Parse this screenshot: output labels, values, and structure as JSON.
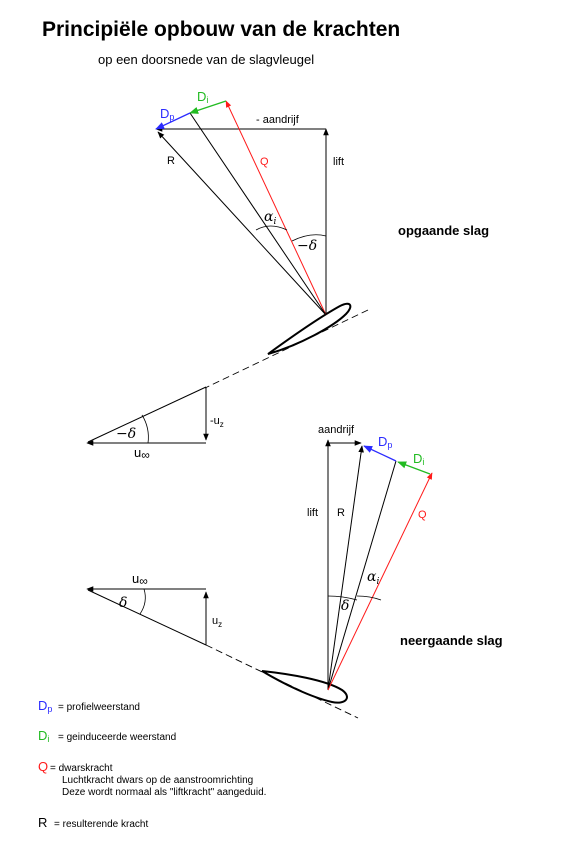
{
  "header": {
    "title": "Principiële opbouw van de krachten",
    "subtitle": "op een doorsnede van de slagvleugel"
  },
  "upper": {
    "section_label": "opgaande slag",
    "lift": "lift",
    "aandrijf": "- aandrijf",
    "R": "R",
    "Q": "Q",
    "Dp_main": "D",
    "Dp_sub": "p",
    "Di_main": "D",
    "Di_sub": "i",
    "alpha_main": "α",
    "alpha_sub": "i",
    "minus_delta": "−δ"
  },
  "velocity_upper": {
    "minus_uz_main": "-u",
    "minus_uz_sub": "z",
    "minus_delta": "−δ",
    "u_inf_main": "u",
    "u_inf_sub": "∞"
  },
  "lower": {
    "section_label": "neergaande slag",
    "lift": "lift",
    "aandrijf": "aandrijf",
    "R": "R",
    "Q": "Q",
    "Dp_main": "D",
    "Dp_sub": "p",
    "Di_main": "D",
    "Di_sub": "i",
    "alpha_main": "α",
    "alpha_sub": "i",
    "delta": "δ"
  },
  "velocity_lower": {
    "u_inf_main": "u",
    "u_inf_sub": "∞",
    "delta": "δ",
    "uz_main": "u",
    "uz_sub": "z"
  },
  "legend": {
    "dp_symbol": "D",
    "dp_sub": "p",
    "dp_text": "=  profielweerstand",
    "di_symbol": "D",
    "di_sub": "i",
    "di_text": "=  geinduceerde weerstand",
    "q_symbol": "Q",
    "q_text": "= dwarskracht",
    "q_line2": "Luchtkracht dwars op de aanstroomrichting",
    "q_line3": "Deze wordt normaal als \"liftkracht\" aangeduid.",
    "r_symbol": "R",
    "r_text": "= resulterende kracht"
  },
  "colors": {
    "dp": "#2b2bff",
    "di": "#22bb22",
    "q": "#ff1a1a",
    "ink": "#000000"
  }
}
